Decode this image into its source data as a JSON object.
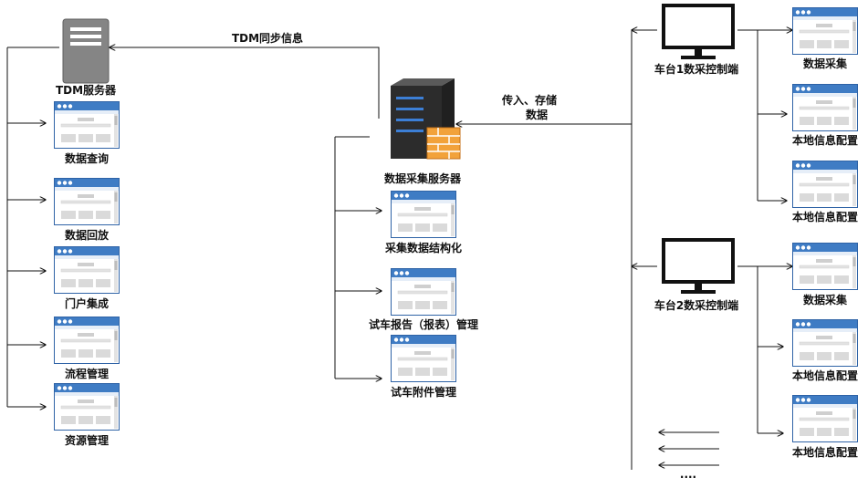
{
  "edges": {
    "tdm_sync": "TDM同步信息",
    "upload_line1": "传入、存储",
    "upload_line2": "数据"
  },
  "left": {
    "server": "TDM服务器",
    "items": [
      "数据查询",
      "数据回放",
      "门户集成",
      "流程管理",
      "资源管理"
    ]
  },
  "middle": {
    "server": "数据采集服务器",
    "items": [
      "采集数据结构化",
      "试车报告（报表）管理",
      "试车附件管理"
    ]
  },
  "right": {
    "stations": [
      {
        "name": "车台1数采控制端",
        "items": [
          "数据采集",
          "本地信息配置",
          "本地信息配置"
        ]
      },
      {
        "name": "车台2数采控制端",
        "items": [
          "数据采集",
          "本地信息配置",
          "本地信息配置"
        ]
      }
    ],
    "ellipsis": "····"
  }
}
